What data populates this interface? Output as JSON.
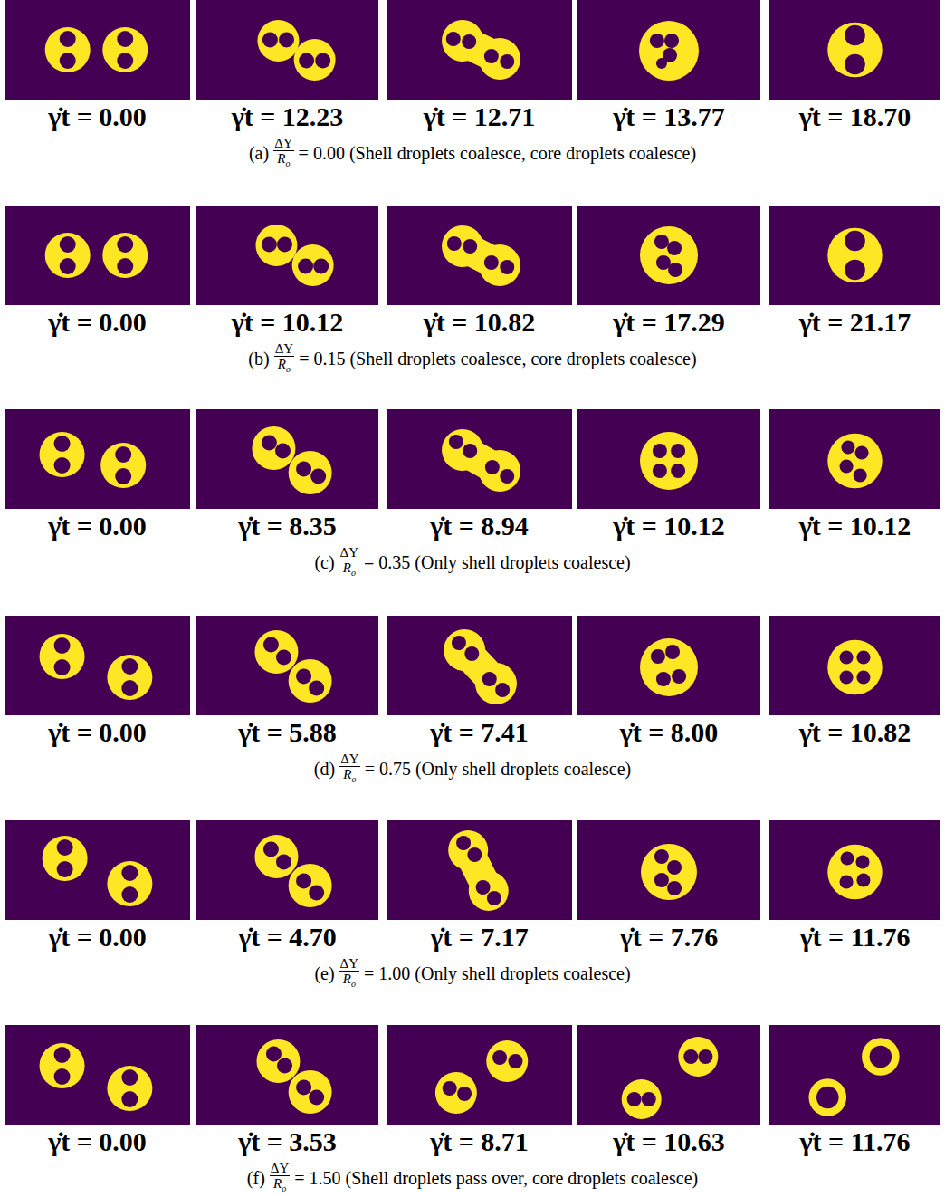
{
  "diagram": {
    "labels": [
      "γ̇t = 0.00",
      "γ̇t = 12.23",
      "γ̇t = 12.71",
      "γ̇t = 13.77",
      "γ̇t = 18.70",
      "(a)",
      "ΔY",
      "R",
      "o",
      "= 0.00 (Shell droplets coalesce, core droplets coalesce)",
      "γ̇t = 0.00",
      "γ̇t = 10.12",
      "γ̇t = 10.82",
      "γ̇t = 17.29",
      "γ̇t = 21.17",
      "(b)",
      "ΔY",
      "R",
      "o",
      "= 0.15 (Shell droplets coalesce, core droplets coalesce)",
      "γ̇t = 0.00",
      "γ̇t = 8.35",
      "γ̇t = 8.94",
      "γ̇t = 10.12",
      "γ̇t = 10.12",
      "(c)",
      "ΔY",
      "R",
      "o",
      "= 0.35 (Only shell droplets coalesce)",
      "γ̇t = 0.00",
      "γ̇t = 5.88",
      "γ̇t = 7.41",
      "γ̇t = 8.00",
      "γ̇t = 10.82",
      "(d)",
      "ΔY",
      "R",
      "o",
      "= 0.75 (Only shell droplets coalesce)",
      "γ̇t = 0.00",
      "γ̇t = 4.70",
      "γ̇t = 7.17",
      "γ̇t = 7.76",
      "γ̇t = 11.76",
      "(e)",
      "ΔY",
      "R",
      "o",
      "= 1.00 (Only shell droplets coalesce)",
      "γ̇t = 0.00",
      "γ̇t = 3.53",
      "γ̇t = 8.71",
      "γ̇t = 10.63",
      "γ̇t = 11.76",
      "(f)",
      "ΔY",
      "R",
      "o",
      "= 1.50 (Shell droplets pass over, core droplets coalesce)"
    ]
  }
}
